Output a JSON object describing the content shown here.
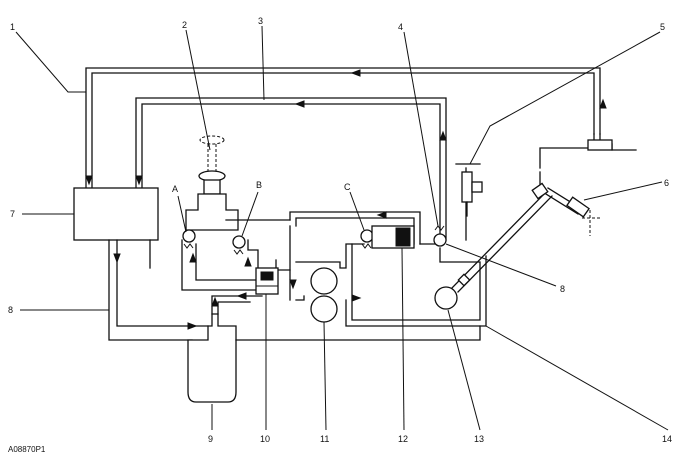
{
  "callouts": {
    "n1": "1",
    "n2": "2",
    "n3": "3",
    "n4": "4",
    "n5": "5",
    "n6": "6",
    "n7": "7",
    "n8": "8",
    "n9": "9",
    "n10": "10",
    "n11": "11",
    "n12": "12",
    "n13": "13",
    "n14": "14",
    "a": "A",
    "b": "B",
    "c": "C",
    "d": "8"
  },
  "figure_code": "A08870P1"
}
